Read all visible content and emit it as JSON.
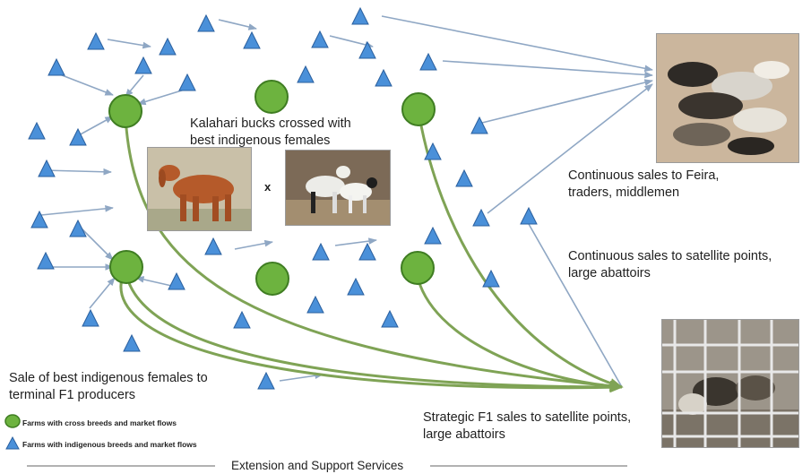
{
  "labels": {
    "kalahari": "Kalahari bucks crossed with\nbest indigenous females",
    "cross_symbol": "x",
    "feira": "Continuous sales to Feira,\ntraders, middlemen",
    "satellite": "Continuous sales to satellite points,\nlarge abattoirs",
    "sale_females": "Sale of best indigenous females to\nterminal F1 producers",
    "strategic": "Strategic F1 sales to satellite points,\nlarge abattoirs",
    "footer": "Extension and Support Services"
  },
  "legend": {
    "crossbreed": "Farms with  cross breeds and market flows",
    "indigenous": "Farms with indigenous  breeds and market flows"
  },
  "colors": {
    "circle_fill": "#6db33f",
    "circle_stroke": "#3f7d22",
    "triangle_fill": "#4a90d9",
    "triangle_stroke": "#2a5f9e",
    "flow_arrow": "#8fa7c4",
    "f1_curve": "#7fa355"
  },
  "images": {
    "kalahari_buck": "brown-goat-photo",
    "indigenous_females": "white-goats-photo",
    "market_goats": "slaughtered-goats-photo",
    "abattoir_pen": "goats-in-pen-photo"
  }
}
